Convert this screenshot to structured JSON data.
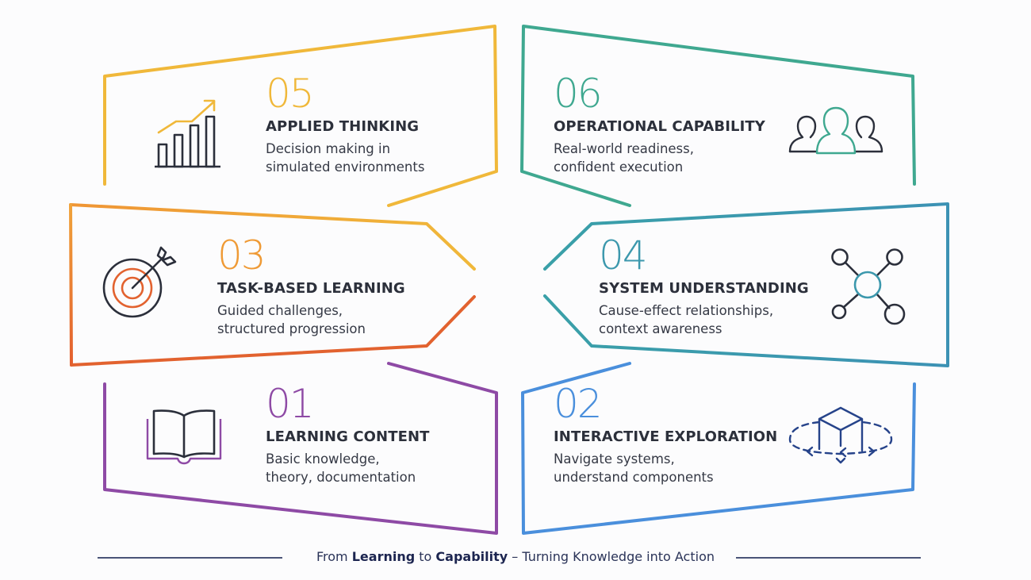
{
  "colors": {
    "stage_05": "#f0b83a",
    "stage_06": "#3fa890",
    "stage_03": "#ef9a35",
    "stage_03_bottom": "#e2622f",
    "stage_04": "#3c98ad",
    "stage_01": "#8e4aa5",
    "stage_02": "#4a8fdc",
    "text_dark": "#2c303b",
    "footer_text": "#2a3358",
    "footer_rule": "#4a5478"
  },
  "stages": [
    {
      "id": "05",
      "number": "05",
      "title": "APPLIED THINKING",
      "description": "Decision making in\nsimulated environments",
      "icon": "growth-chart-icon"
    },
    {
      "id": "06",
      "number": "06",
      "title": "OPERATIONAL CAPABILITY",
      "description": "Real-world readiness,\nconfident execution",
      "icon": "team-people-icon"
    },
    {
      "id": "03",
      "number": "03",
      "title": "TASK-BASED LEARNING",
      "description": "Guided challenges,\nstructured progression",
      "icon": "target-arrow-icon"
    },
    {
      "id": "04",
      "number": "04",
      "title": "SYSTEM UNDERSTANDING",
      "description": "Cause-effect relationships,\ncontext awareness",
      "icon": "network-nodes-icon"
    },
    {
      "id": "01",
      "number": "01",
      "title": "LEARNING CONTENT",
      "description": "Basic knowledge,\ntheory, documentation",
      "icon": "open-book-icon"
    },
    {
      "id": "02",
      "number": "02",
      "title": "INTERACTIVE EXPLORATION",
      "description": "Navigate systems,\nunderstand components",
      "icon": "rotate-cube-icon"
    }
  ],
  "footer": {
    "prefix": "From ",
    "bold1": "Learning",
    "middle": " to ",
    "bold2": "Capability",
    "suffix": " – Turning Knowledge into Action"
  }
}
